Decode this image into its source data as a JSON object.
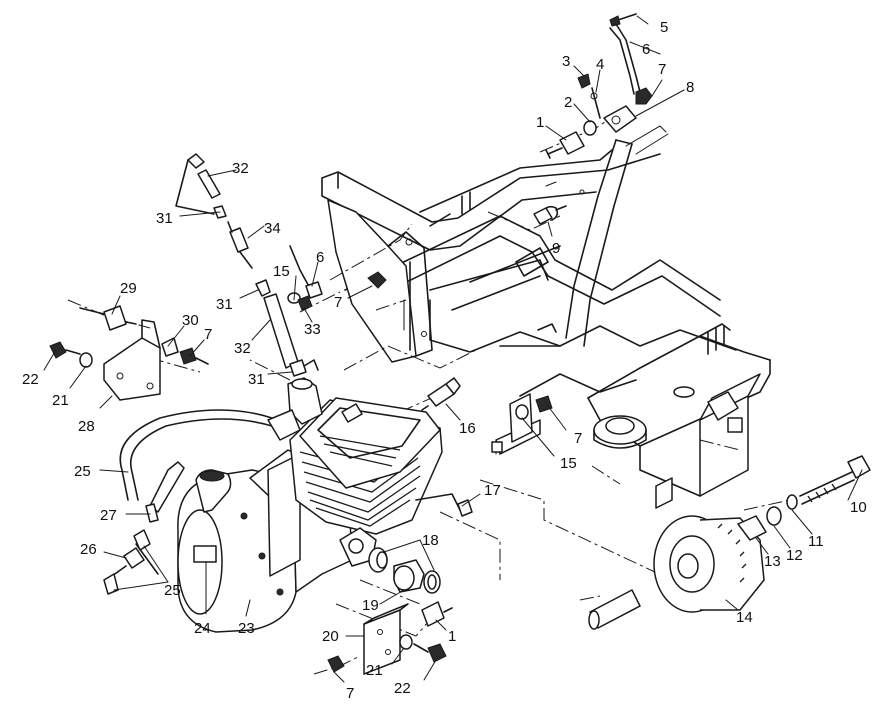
{
  "figure": {
    "title": "Engine mounting exploded view",
    "callouts": [
      {
        "id": "c1a",
        "label": "1"
      },
      {
        "id": "c2",
        "label": "2"
      },
      {
        "id": "c3",
        "label": "3"
      },
      {
        "id": "c4",
        "label": "4"
      },
      {
        "id": "c5",
        "label": "5"
      },
      {
        "id": "c6a",
        "label": "6"
      },
      {
        "id": "c7a",
        "label": "7"
      },
      {
        "id": "c8",
        "label": "8"
      },
      {
        "id": "c9",
        "label": "9"
      },
      {
        "id": "c32a",
        "label": "32"
      },
      {
        "id": "c31a",
        "label": "31"
      },
      {
        "id": "c34",
        "label": "34"
      },
      {
        "id": "c6b",
        "label": "6"
      },
      {
        "id": "c15a",
        "label": "15"
      },
      {
        "id": "c7b",
        "label": "7"
      },
      {
        "id": "c31b",
        "label": "31"
      },
      {
        "id": "c33",
        "label": "33"
      },
      {
        "id": "c29",
        "label": "29"
      },
      {
        "id": "c30",
        "label": "30"
      },
      {
        "id": "c7c",
        "label": "7"
      },
      {
        "id": "c32b",
        "label": "32"
      },
      {
        "id": "c22a",
        "label": "22"
      },
      {
        "id": "c21a",
        "label": "21"
      },
      {
        "id": "c31c",
        "label": "31"
      },
      {
        "id": "c28",
        "label": "28"
      },
      {
        "id": "c16",
        "label": "16"
      },
      {
        "id": "c7d",
        "label": "7"
      },
      {
        "id": "c15b",
        "label": "15"
      },
      {
        "id": "c25a",
        "label": "25"
      },
      {
        "id": "c17",
        "label": "17"
      },
      {
        "id": "c10",
        "label": "10"
      },
      {
        "id": "c27",
        "label": "27"
      },
      {
        "id": "c11",
        "label": "11"
      },
      {
        "id": "c12",
        "label": "12"
      },
      {
        "id": "c13",
        "label": "13"
      },
      {
        "id": "c18",
        "label": "18"
      },
      {
        "id": "c26",
        "label": "26"
      },
      {
        "id": "c25b",
        "label": "25"
      },
      {
        "id": "c14",
        "label": "14"
      },
      {
        "id": "c19",
        "label": "19"
      },
      {
        "id": "c24",
        "label": "24"
      },
      {
        "id": "c23",
        "label": "23"
      },
      {
        "id": "c1b",
        "label": "1"
      },
      {
        "id": "c20",
        "label": "20"
      },
      {
        "id": "c21b",
        "label": "21"
      },
      {
        "id": "c22b",
        "label": "22"
      },
      {
        "id": "c7e",
        "label": "7"
      }
    ]
  }
}
